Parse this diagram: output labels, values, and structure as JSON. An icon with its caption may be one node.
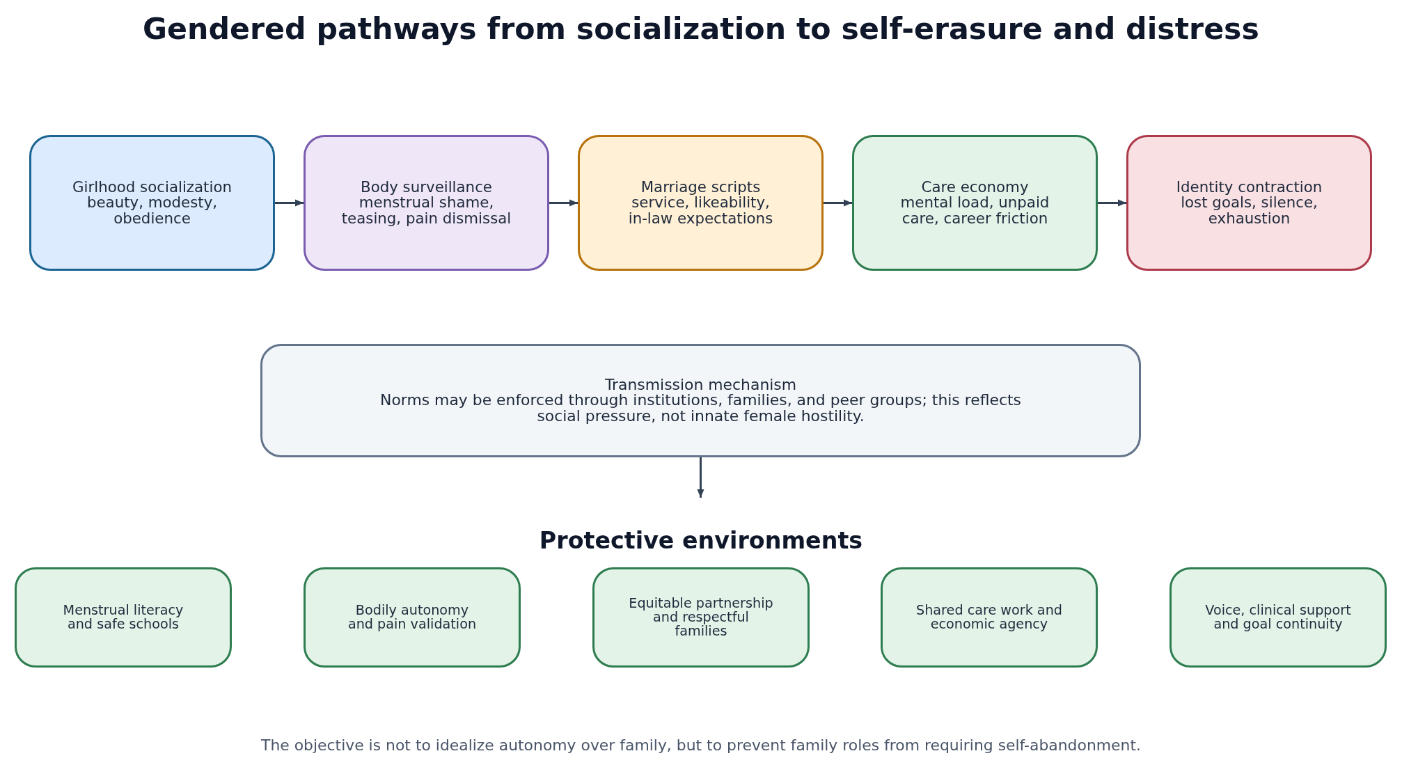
{
  "diagram": {
    "title": "Gendered pathways from socialization to self-erasure and distress",
    "caption": "The objective is not to idealize autonomy over family, but to prevent family roles from requiring self-abandonment.",
    "nodes": [
      {
        "text": [
          "Girlhood socialization",
          "beauty, modesty, obedience"
        ]
      },
      {
        "text": [
          "Body surveillance",
          "menstrual shame, teasing, pain dismissal"
        ]
      },
      {
        "text": [
          "Marriage scripts",
          "service, likeability, in-law expectations"
        ]
      },
      {
        "text": [
          "Care economy",
          "mental load, unpaid care, career friction"
        ]
      },
      {
        "text": [
          "Identity contraction",
          "lost goals, silence, exhaustion"
        ]
      },
      {
        "text": [
          "Transmission mechanism",
          "Norms may be enforced through institutions, families, and peer groups; this reflects social pressure, not innate female hostility."
        ]
      },
      {
        "text": [
          "Menstrual literacy and safe schools"
        ]
      },
      {
        "text": [
          "Bodily autonomy and pain validation"
        ]
      },
      {
        "text": [
          "Equitable partnership and respectful families"
        ]
      },
      {
        "text": [
          "Shared care work and economic agency"
        ]
      },
      {
        "text": [
          "Voice, clinical support and goal continuity"
        ]
      }
    ],
    "edges": [
      {
        "from": 0,
        "to": 1,
        "arrow": "to"
      },
      {
        "from": 1,
        "to": 2,
        "arrow": "to"
      },
      {
        "from": 2,
        "to": 3,
        "arrow": "to"
      },
      {
        "from": 3,
        "to": 4,
        "arrow": "to"
      },
      {
        "from": 5,
        "to": null,
        "arrow": "to"
      }
    ],
    "labels": [
      "Protective environments"
    ]
  }
}
